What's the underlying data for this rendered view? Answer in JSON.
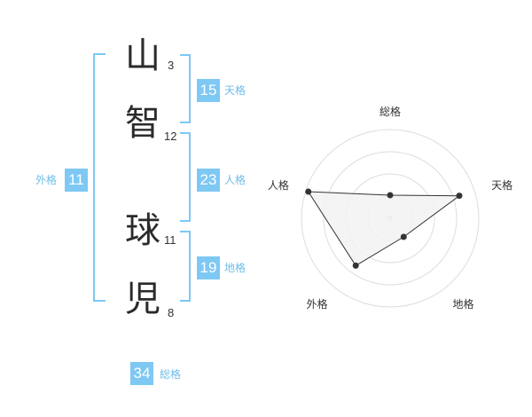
{
  "name": {
    "chars": [
      {
        "char": "山",
        "strokes": "3"
      },
      {
        "char": "智",
        "strokes": "12"
      },
      {
        "char": "球",
        "strokes": "11"
      },
      {
        "char": "児",
        "strokes": "8"
      }
    ]
  },
  "kakusu": {
    "tenkaku": {
      "value": "15",
      "label": "天格"
    },
    "jinkaku": {
      "value": "23",
      "label": "人格"
    },
    "chikaku": {
      "value": "19",
      "label": "地格"
    },
    "gaikaku": {
      "value": "11",
      "label": "外格"
    },
    "soukaku": {
      "value": "34",
      "label": "総格"
    }
  },
  "colors": {
    "accent": "#7ec8f4",
    "accent_text": "#6fbde8",
    "radar_fill": "#f2f2f2",
    "grid": "#dddddd",
    "line": "#333333"
  },
  "chart_data": {
    "type": "radar",
    "axes": [
      "総格",
      "天格",
      "地格",
      "外格",
      "人格"
    ],
    "values": [
      0.26,
      0.82,
      0.26,
      0.66,
      0.97
    ],
    "range": [
      0,
      1
    ],
    "rings": 4,
    "title": "",
    "legend": "none"
  }
}
